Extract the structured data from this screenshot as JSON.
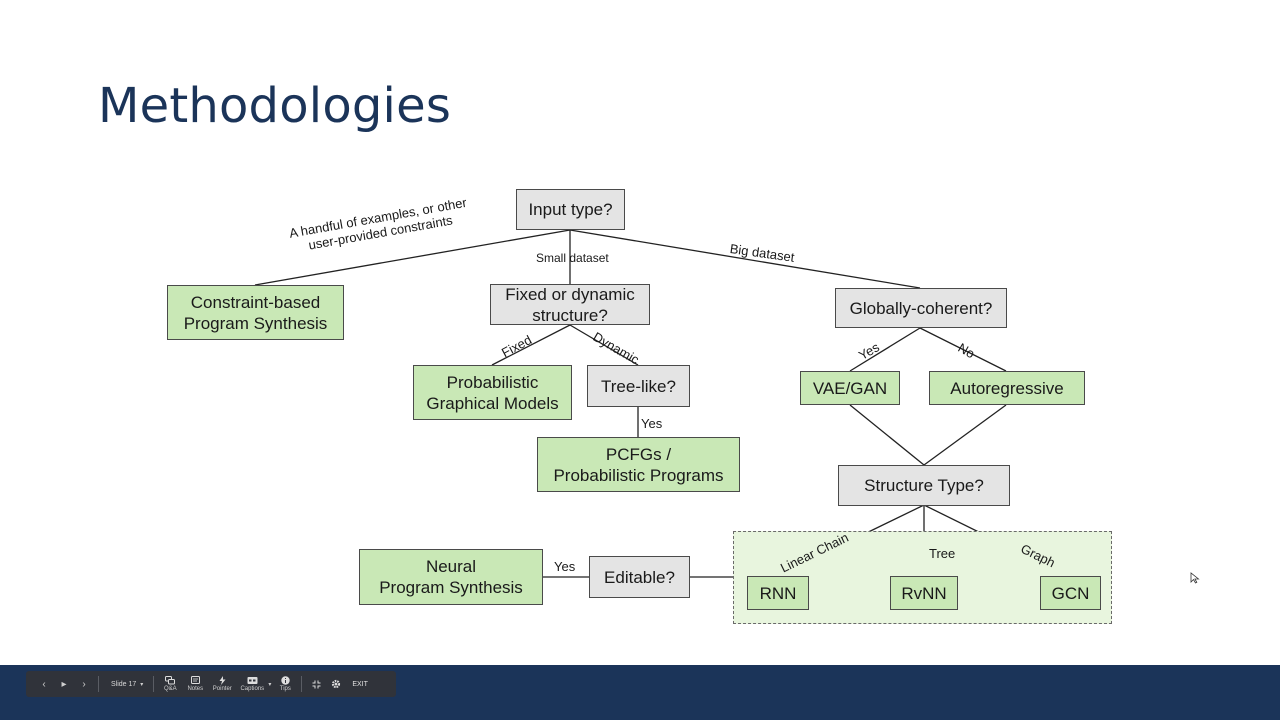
{
  "slide": {
    "title": "Methodologies",
    "diagram": {
      "nodes": {
        "input_type": "Input type?",
        "constraint_synth": "Constraint-based\nProgram Synthesis",
        "fixed_or_dynamic": "Fixed or dynamic\nstructure?",
        "globally_coherent": "Globally-coherent?",
        "pgm": "Probabilistic\nGraphical Models",
        "tree_like": "Tree-like?",
        "vae_gan": "VAE/GAN",
        "autoregressive": "Autoregressive",
        "pcfgs": "PCFGs /\nProbabilistic Programs",
        "structure_type": "Structure Type?",
        "neural_synth": "Neural\nProgram Synthesis",
        "editable": "Editable?",
        "rnn": "RNN",
        "rvnn": "RvNN",
        "gcn": "GCN"
      },
      "edges": {
        "handful": "A handful of examples, or other\nuser-provided constraints",
        "small_dataset": "Small dataset",
        "big_dataset": "Big dataset",
        "fixed": "Fixed",
        "dynamic": "Dynamic",
        "yes_tree": "Yes",
        "yes_coherent": "Yes",
        "no_coherent": "No",
        "linear_chain": "Linear Chain",
        "tree": "Tree",
        "graph": "Graph",
        "yes_editable": "Yes"
      }
    }
  },
  "toolbar": {
    "prev_icon": "‹",
    "play_icon": "▸",
    "next_icon": "›",
    "slide_label": "Slide 17",
    "slide_caret": "▾",
    "qa_label": "Q&A",
    "notes_label": "Notes",
    "pointer_label": "Pointer",
    "captions_label": "Captions",
    "captions_caret": "▾",
    "tips_label": "Tips",
    "exit_label": "EXIT"
  },
  "colors": {
    "title": "#1b3459",
    "bottom_bar": "#1b3459",
    "toolbar": "#30333a",
    "question_box": "#e4e4e4",
    "method_box": "#c9e8b6",
    "cluster_bg": "#e8f5de"
  }
}
